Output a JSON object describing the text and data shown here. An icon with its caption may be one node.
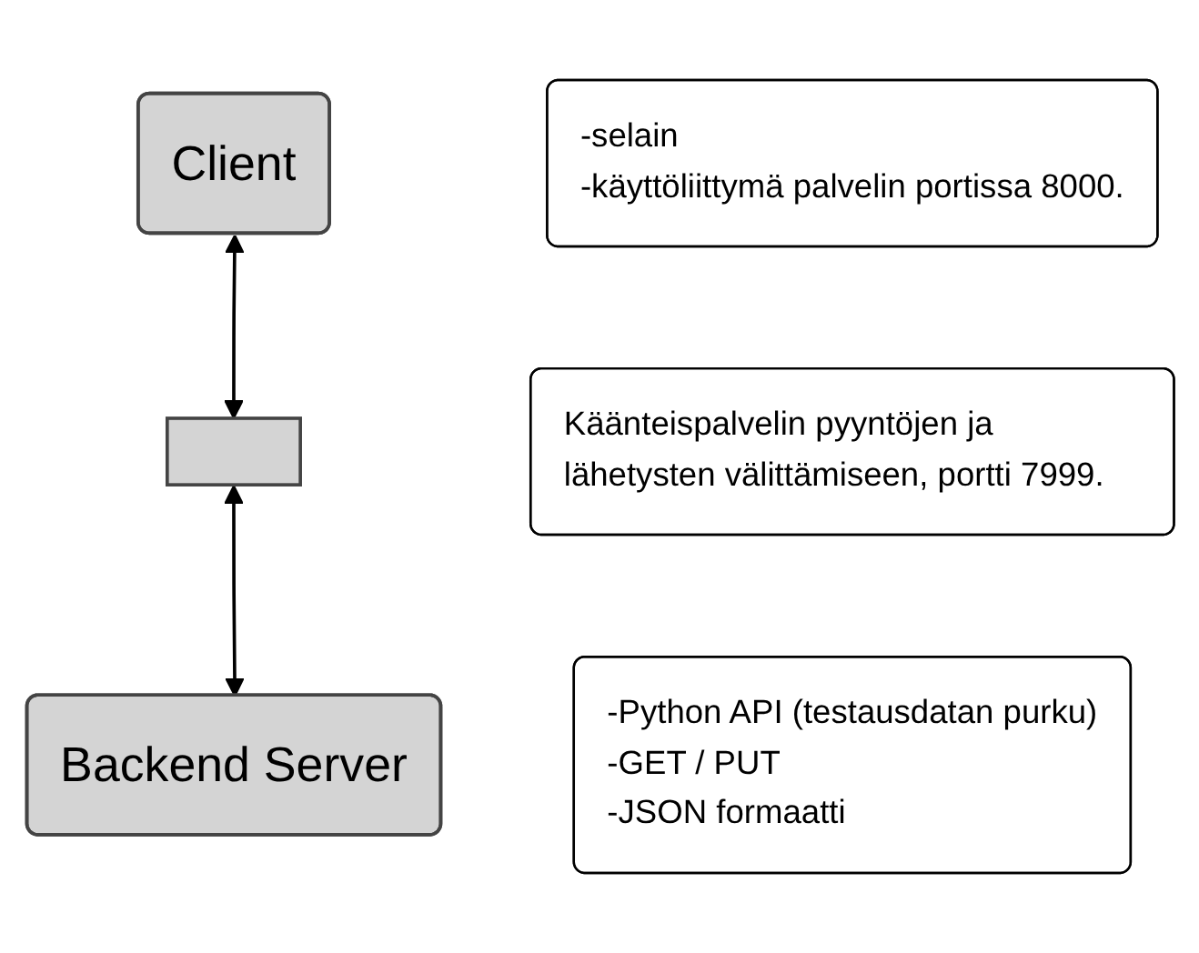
{
  "diagram": {
    "nodes": [
      {
        "text": [
          "Client"
        ]
      },
      {
        "text": [
          "-selain",
          "-käyttöliittymä palvelin portissa 8000."
        ]
      },
      {
        "text": [],
        "shape": "box"
      },
      {
        "text": [
          "Käänteispalvelin pyyntöjen ja lähetysten välittämiseen, portti 7999."
        ]
      },
      {
        "text": [
          "Backend Server"
        ]
      },
      {
        "text": [
          "-Python API (testausdatan purku)",
          "-GET / PUT",
          "-JSON formaatti"
        ]
      }
    ],
    "edges": [
      {
        "from": 0,
        "to": 2,
        "arrow": "both"
      },
      {
        "from": 2,
        "to": 4,
        "arrow": "both"
      }
    ]
  }
}
